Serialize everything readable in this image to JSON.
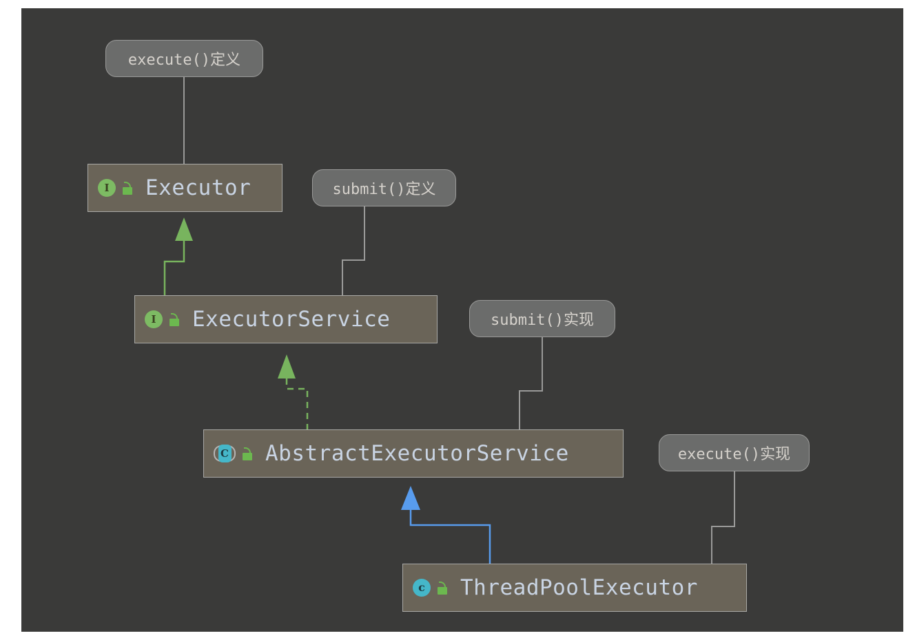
{
  "diagram": {
    "title": "Executor class hierarchy",
    "canvas_background": "#3a3a39",
    "page_background": "#ffffff",
    "nodes": [
      {
        "id": "executor",
        "label": "Executor",
        "kind": "interface",
        "icon": "interface-icon",
        "visibility_icon": "unlocked-padlock-icon",
        "fill": "#6a6458",
        "border": "#a9a9a6",
        "text_color": "#c9d4e3"
      },
      {
        "id": "executor-service",
        "label": "ExecutorService",
        "kind": "interface",
        "icon": "interface-icon",
        "visibility_icon": "unlocked-padlock-icon",
        "fill": "#6a6458",
        "border": "#a9a9a6",
        "text_color": "#c9d4e3"
      },
      {
        "id": "abstract-executor-service",
        "label": "AbstractExecutorService",
        "kind": "abstract-class",
        "icon": "abstract-class-icon",
        "visibility_icon": "unlocked-padlock-icon",
        "fill": "#6a6458",
        "border": "#a9a9a6",
        "text_color": "#c9d4e3"
      },
      {
        "id": "thread-pool-executor",
        "label": "ThreadPoolExecutor",
        "kind": "class",
        "icon": "class-icon",
        "visibility_icon": "unlocked-padlock-icon",
        "fill": "#6a6458",
        "border": "#a9a9a6",
        "text_color": "#c9d4e3"
      }
    ],
    "notes": [
      {
        "id": "note-execute-define",
        "label": "execute()定义",
        "attached_to": "executor",
        "fill": "#6b6c6b",
        "border": "#9a9a99",
        "text_color": "#d6d2cc"
      },
      {
        "id": "note-submit-define",
        "label": "submit()定义",
        "attached_to": "executor-service",
        "fill": "#6b6c6b",
        "border": "#9a9a99",
        "text_color": "#d6d2cc"
      },
      {
        "id": "note-submit-impl",
        "label": "submit()实现",
        "attached_to": "abstract-executor-service",
        "fill": "#6b6c6b",
        "border": "#9a9a99",
        "text_color": "#d6d2cc"
      },
      {
        "id": "note-execute-impl",
        "label": "execute()实现",
        "attached_to": "thread-pool-executor",
        "fill": "#6b6c6b",
        "border": "#9a9a99",
        "text_color": "#d6d2cc"
      }
    ],
    "edges": [
      {
        "id": "edge-executorservice-extends-executor",
        "from": "executor-service",
        "to": "executor",
        "style": "solid",
        "arrow": "filled-triangle",
        "color": "#78b45e",
        "relation": "interface-extends"
      },
      {
        "id": "edge-abstract-implements-executorservice",
        "from": "abstract-executor-service",
        "to": "executor-service",
        "style": "dashed",
        "arrow": "filled-triangle",
        "color": "#78b45e",
        "relation": "implements"
      },
      {
        "id": "edge-threadpool-extends-abstract",
        "from": "thread-pool-executor",
        "to": "abstract-executor-service",
        "style": "solid",
        "arrow": "filled-triangle",
        "color": "#589cee",
        "relation": "extends"
      },
      {
        "id": "edge-note-execute-define",
        "from": "note-execute-define",
        "to": "executor",
        "style": "solid",
        "arrow": "none",
        "color": "#9a9a99",
        "relation": "note-link"
      },
      {
        "id": "edge-note-submit-define",
        "from": "note-submit-define",
        "to": "executor-service",
        "style": "solid",
        "arrow": "none",
        "color": "#9a9a99",
        "relation": "note-link"
      },
      {
        "id": "edge-note-submit-impl",
        "from": "note-submit-impl",
        "to": "abstract-executor-service",
        "style": "solid",
        "arrow": "none",
        "color": "#9a9a99",
        "relation": "note-link"
      },
      {
        "id": "edge-note-execute-impl",
        "from": "note-execute-impl",
        "to": "thread-pool-executor",
        "style": "solid",
        "arrow": "none",
        "color": "#9a9a99",
        "relation": "note-link"
      }
    ],
    "icon_glyphs": {
      "interface": "I",
      "abstract_class": "C",
      "class": "c"
    }
  }
}
